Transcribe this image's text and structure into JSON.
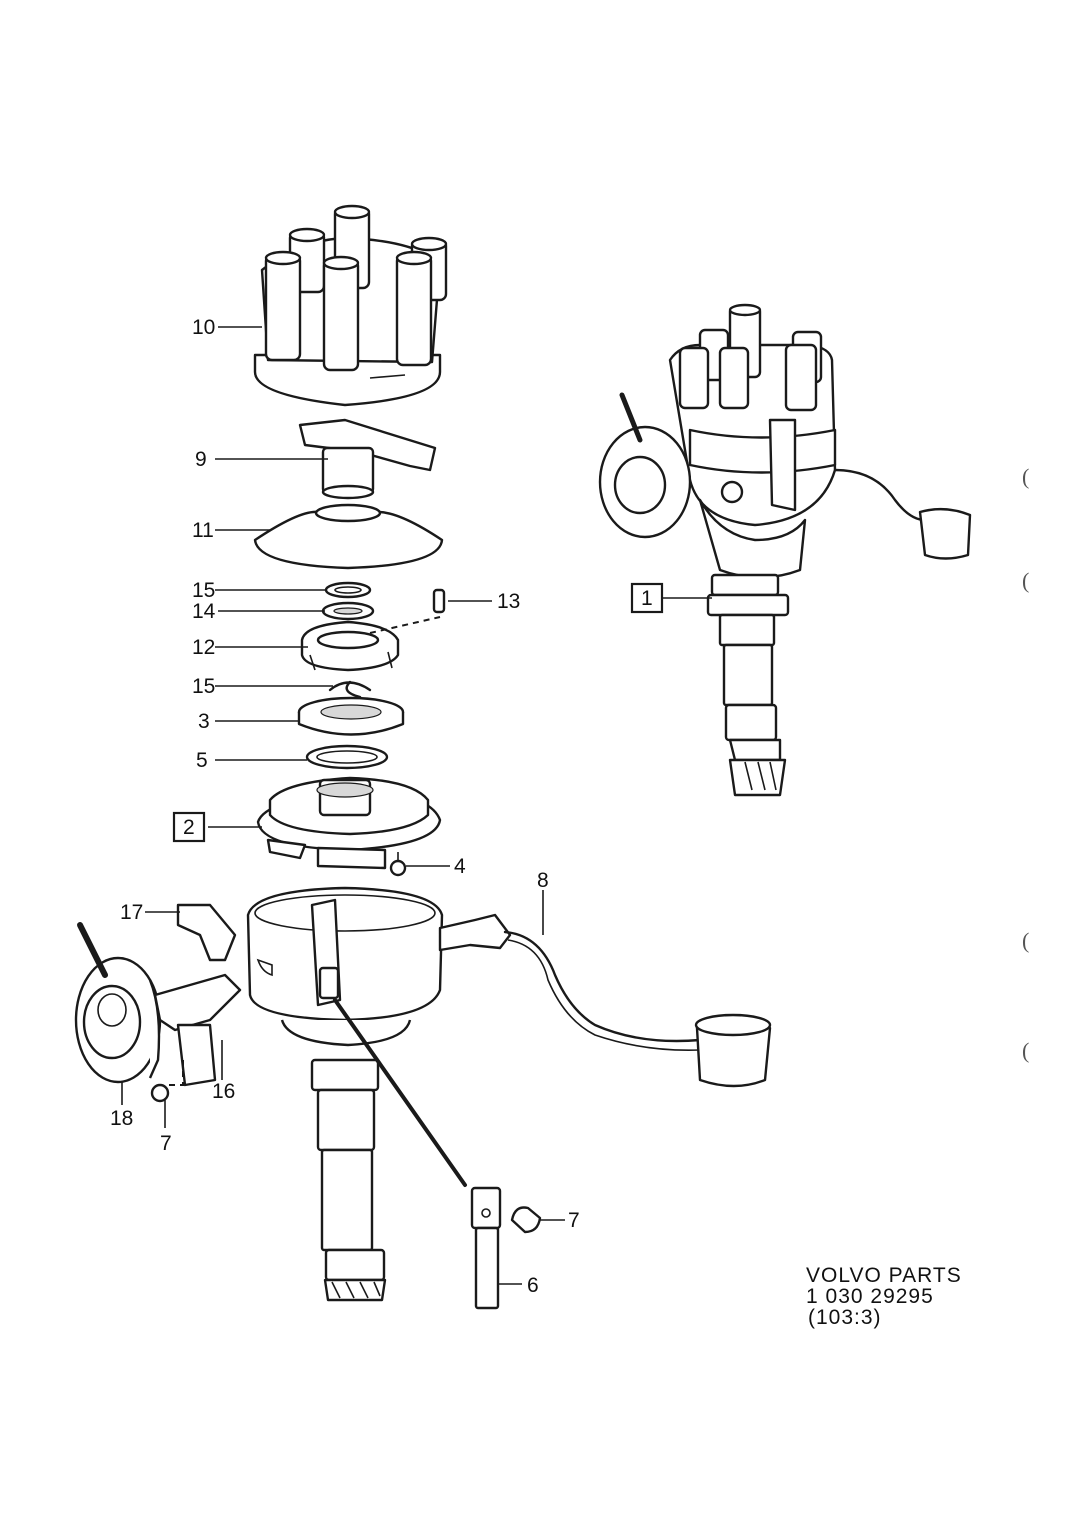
{
  "labels": {
    "l10": "10",
    "l9": "9",
    "l11": "11",
    "l15a": "15",
    "l14": "14",
    "l13": "13",
    "l12": "12",
    "l15b": "15",
    "l3": "3",
    "l5": "5",
    "l2": "2",
    "l4": "4",
    "l8": "8",
    "l17": "17",
    "l16": "16",
    "l18": "18",
    "l7a": "7",
    "l7b": "7",
    "l6": "6",
    "l1": "1"
  },
  "footer": {
    "line1": "VOLVO  PARTS",
    "line2": "1  030   29295",
    "line3": "(103:3)"
  },
  "margin_marks": [
    "(",
    "(",
    "(",
    "("
  ]
}
